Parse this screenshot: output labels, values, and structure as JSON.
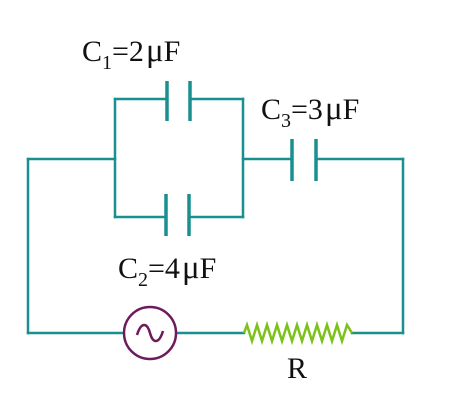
{
  "colors": {
    "wire": "#1a8f8f",
    "source": "#6d1b5a",
    "resistor": "#7cc21b",
    "text": "#111111"
  },
  "capacitors": [
    {
      "id": "c1",
      "letter": "C",
      "sub": "1",
      "value": "=2",
      "unit_mu": "μ",
      "unit_F": "F"
    },
    {
      "id": "c2",
      "letter": "C",
      "sub": "2",
      "value": "=4",
      "unit_mu": "μ",
      "unit_F": "F"
    },
    {
      "id": "c3",
      "letter": "C",
      "sub": "3",
      "value": "=3",
      "unit_mu": "μ",
      "unit_F": "F"
    }
  ],
  "resistor": {
    "label": "R",
    "icon": "zigzag-resistor-icon"
  },
  "source": {
    "icon": "ac-source-icon"
  }
}
